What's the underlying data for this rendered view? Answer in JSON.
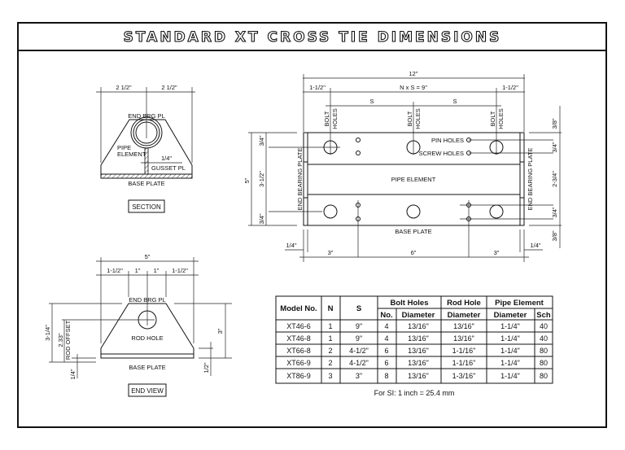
{
  "title": "STANDARD XT CROSS TIE DIMENSIONS",
  "section_view": {
    "label": "SECTION",
    "dims": {
      "left": "2 1/2\"",
      "right": "2 1/2\"",
      "gusset_thk": "1/4\""
    },
    "labels": {
      "end_brg": "END BRG PL",
      "pipe_1": "PIPE",
      "pipe_2": "ELEMENT",
      "gusset": "GUSSET PL",
      "base": "BASE PLATE"
    }
  },
  "end_view": {
    "label": "END VIEW",
    "dims": {
      "overall": "5\"",
      "d1": "1-1/2\"",
      "d2": "1\"",
      "d3": "1\"",
      "d4": "1-1/2\"",
      "height_left": "3-1/4\"",
      "rod_offset": "2.33\"",
      "rod_offset_label": "ROD OFFSET",
      "base_thk": "1/4\"",
      "height_right": "3\"",
      "bottom_right": "1/2\""
    },
    "labels": {
      "end_brg": "END BRG PL",
      "rod_hole": "ROD HOLE",
      "base": "BASE PLATE"
    }
  },
  "plan_view": {
    "dims": {
      "overall": "12\"",
      "left_edge": "1-1/2\"",
      "nxs": "N x S = 9\"",
      "right_edge": "1-1/2\"",
      "s1": "S",
      "s2": "S",
      "left_height": "5\"",
      "left_top": "3/4\"",
      "left_mid": "3-1/2\"",
      "left_bot": "3/4\"",
      "right_top": "3/8\"",
      "right_a": "3/4\"",
      "right_mid": "2-3/4\"",
      "right_b": "3/4\"",
      "right_bot": "3/8\"",
      "plate_thk_left": "1/4\"",
      "plate_thk_right": "1/4\"",
      "bot_left": "3\"",
      "bot_mid": "6\"",
      "bot_right": "3\""
    },
    "labels": {
      "bolt": "BOLT",
      "holes": "HOLES",
      "pin_holes": "PIN HOLES",
      "screw_holes": "SCREW HOLES",
      "pipe_element": "PIPE ELEMENT",
      "end_bearing_plate": "END BEARING PLATE",
      "base_plate": "BASE PLATE"
    }
  },
  "table": {
    "headers": {
      "model": "Model No.",
      "n": "N",
      "s": "S",
      "bolt_holes": "Bolt Holes",
      "rod_hole": "Rod Hole",
      "pipe_element": "Pipe Element",
      "no": "No.",
      "diameter": "Diameter",
      "sch": "Sch"
    },
    "rows": [
      {
        "model": "XT46-6",
        "n": "1",
        "s": "9\"",
        "bolt_no": "4",
        "bolt_dia": "13/16\"",
        "rod_dia": "13/16\"",
        "pipe_dia": "1-1/4\"",
        "sch": "40"
      },
      {
        "model": "XT46-8",
        "n": "1",
        "s": "9\"",
        "bolt_no": "4",
        "bolt_dia": "13/16\"",
        "rod_dia": "13/16\"",
        "pipe_dia": "1-1/4\"",
        "sch": "40"
      },
      {
        "model": "XT66-8",
        "n": "2",
        "s": "4-1/2\"",
        "bolt_no": "6",
        "bolt_dia": "13/16\"",
        "rod_dia": "1-1/16\"",
        "pipe_dia": "1-1/4\"",
        "sch": "80"
      },
      {
        "model": "XT66-9",
        "n": "2",
        "s": "4-1/2\"",
        "bolt_no": "6",
        "bolt_dia": "13/16\"",
        "rod_dia": "1-1/16\"",
        "pipe_dia": "1-1/4\"",
        "sch": "80"
      },
      {
        "model": "XT86-9",
        "n": "3",
        "s": "3\"",
        "bolt_no": "8",
        "bolt_dia": "13/16\"",
        "rod_dia": "1-3/16\"",
        "pipe_dia": "1-1/4\"",
        "sch": "80"
      }
    ],
    "note": "For SI: 1 inch = 25.4 mm"
  }
}
